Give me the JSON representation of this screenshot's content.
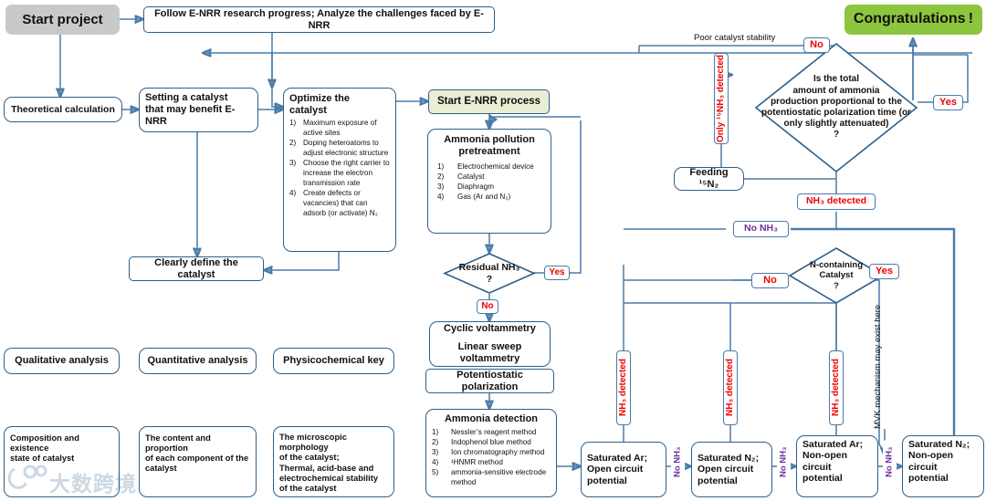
{
  "meta": {
    "accent_line": "#4a7ba8",
    "node_border": "#2e5f8a",
    "red": "#ee0000",
    "purple": "#6d2f9c",
    "green_fill": "#8cc63e",
    "gray_fill": "#c9c9c9",
    "cream_fill": "#e9eed4"
  },
  "nodes": {
    "start_project": "Start project",
    "follow_progress": "Follow E-NRR research progress; Analyze the challenges faced by E-NRR",
    "theoretical_calculation": "Theoretical calculation",
    "setting_catalyst_l1": "Setting a catalyst",
    "setting_catalyst_l2": "that may benefit E-NRR",
    "optimize_title": "Optimize the catalyst",
    "optimize_items": [
      {
        "num": "1)",
        "txt": "Maximum exposure of active sites"
      },
      {
        "num": "2)",
        "txt": "Doping heteroatoms to adjust electronic structure"
      },
      {
        "num": "3)",
        "txt": "Choose the right carrier to increase the electron transmission rate"
      },
      {
        "num": "4)",
        "txt": "Create defects or vacancies)  that can adsorb (or activate) N₂"
      }
    ],
    "start_enrr": "Start E-NRR process",
    "ammonia_pre_l1": "Ammonia pollution",
    "ammonia_pre_l2": "pretreatment",
    "ammonia_pre_items": [
      {
        "num": "1)",
        "txt": "Electrochemical device"
      },
      {
        "num": "2)",
        "txt": "Catalyst"
      },
      {
        "num": "3)",
        "txt": "Diaphragm"
      },
      {
        "num": "4)",
        "txt": "Gas (Ar and N₂)"
      }
    ],
    "clearly_define": "Clearly define the catalyst",
    "qualitative": "Qualitative analysis",
    "quantitative": "Quantitative analysis",
    "physicochemical": "Physicochemical key",
    "qualitative_out_l1": "Composition and existence",
    "qualitative_out_l2": "state of catalyst",
    "quantitative_out_l1": "The content and proportion",
    "quantitative_out_l2": "of each component of the",
    "quantitative_out_l3": "catalyst",
    "physico_out_l1": "The microscopic morphology",
    "physico_out_l2": "of the catalyst;",
    "physico_out_l3": "Thermal, acid-base and",
    "physico_out_l4": "electrochemical stability",
    "physico_out_l5": "of the catalyst",
    "cyclic_voltammetry": "Cyclic voltammetry",
    "linear_sweep": "Linear sweep voltammetry",
    "potentiostatic": "Potentiostatic polarization",
    "ammonia_detection_title": "Ammonia detection",
    "ammonia_detection_items": [
      {
        "num": "1)",
        "txt": "Nessler’s reagent method"
      },
      {
        "num": "2)",
        "txt": "Indophenol blue method"
      },
      {
        "num": "3)",
        "txt": "Ion chromatography method"
      },
      {
        "num": "4)",
        "txt": "¹HNMR method"
      },
      {
        "num": "5)",
        "txt": "ammonia-sensitive electrode method"
      }
    ],
    "sat_ar_open_l1": "Saturated Ar;",
    "sat_ar_open_l2": "Open circuit",
    "sat_ar_open_l3": "potential",
    "sat_n2_open_l1": "Saturated N₂;",
    "sat_n2_open_l2": "Open circuit",
    "sat_n2_open_l3": "potential",
    "sat_ar_non_l1": "Saturated Ar;",
    "sat_ar_non_l2": "Non-open",
    "sat_ar_non_l3": "circuit",
    "sat_ar_non_l4": "potential",
    "sat_n2_non_l1": "Saturated N₂;",
    "sat_n2_non_l2": "Non-open",
    "sat_n2_non_l3": "circuit",
    "sat_n2_non_l4": "potential",
    "feeding_15n2": "Feeding ¹⁵N₂",
    "congratulations": "Congratulations !"
  },
  "decisions": {
    "residual_nh3_l1": "Residual NH₃",
    "residual_nh3_l2": "?",
    "total_ammonia_l1": "Is the total",
    "total_ammonia_l2": "amount of ammonia",
    "total_ammonia_l3": "production proportional to the",
    "total_ammonia_l4": "potentiostatic polarization time (or",
    "total_ammonia_l5": "only slightly attenuated)",
    "total_ammonia_l6": "?",
    "n_containing_l1": "N-containing",
    "n_containing_l2": "Catalyst",
    "n_containing_l3": "?"
  },
  "edge_labels": {
    "residual_yes": "Yes",
    "residual_no": "No",
    "total_no": "No",
    "total_yes": "Yes",
    "only_15nh3": "Only ¹⁵NH₃ detected",
    "nh3_detected_center": "NH₃ detected",
    "no_nh3_purple": "No NH₃",
    "ncat_no": "No",
    "ncat_yes": "Yes",
    "nh3_detected_1": "NH₃ detected",
    "nh3_detected_2": "NH₃ detected",
    "nh3_detected_3": "NH₃ detected",
    "no_nh3_1": "No NH₃",
    "no_nh3_2": "No NH₃",
    "no_nh3_3": "No NH₃",
    "poor_stability": "Poor catalyst stability",
    "mvk": "MVK mechanism may exist here"
  },
  "watermark": {
    "text": "大数跨境"
  }
}
